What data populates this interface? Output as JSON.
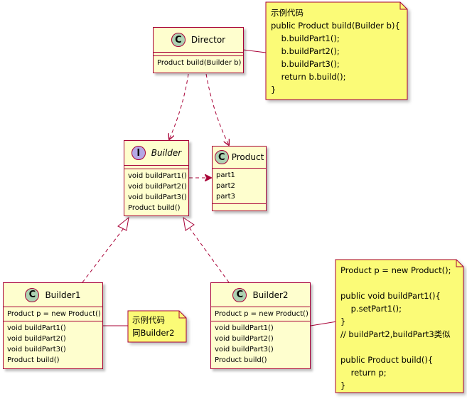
{
  "director": {
    "name": "Director",
    "badge": "C",
    "methods": [
      "Product build(Builder b)"
    ]
  },
  "builder": {
    "name": "Builder",
    "badge": "I",
    "methods": [
      "void buildPart1()",
      "void buildPart2()",
      "void buildPart3()",
      "Product build()"
    ]
  },
  "product": {
    "name": "Product",
    "badge": "C",
    "fields": [
      "part1",
      "part2",
      "part3"
    ]
  },
  "builder1": {
    "name": "Builder1",
    "badge": "C",
    "fields": [
      "Product p = new Product()"
    ],
    "methods": [
      "void buildPart1()",
      "void buildPart2()",
      "void buildPart3()",
      "Product build()"
    ]
  },
  "builder2": {
    "name": "Builder2",
    "badge": "C",
    "fields": [
      "Product p = new Product()"
    ],
    "methods": [
      "void buildPart1()",
      "void buildPart2()",
      "void buildPart3()",
      "Product build()"
    ]
  },
  "notes": {
    "director_note": [
      "示例代码",
      "public Product build(Builder b){",
      "    b.buildPart1();",
      "    b.buildPart2();",
      "    b.buildPart3();",
      "    return b.build();",
      "}"
    ],
    "builder1_note": [
      "示例代码",
      "同Builder2"
    ],
    "builder2_note": [
      "Product p = new Product();",
      "",
      "public void buildPart1(){",
      "    p.setPart1();",
      "}",
      "// buildPart2,buildPart3类似",
      "",
      "public Product build(){",
      "    return p;",
      "}"
    ]
  },
  "colors": {
    "class_fill": "#FEFECE",
    "class_border": "#A80036",
    "note_fill": "#FBFB77",
    "class_badge": "#ADD1B2",
    "interface_badge": "#B4A7E5"
  }
}
